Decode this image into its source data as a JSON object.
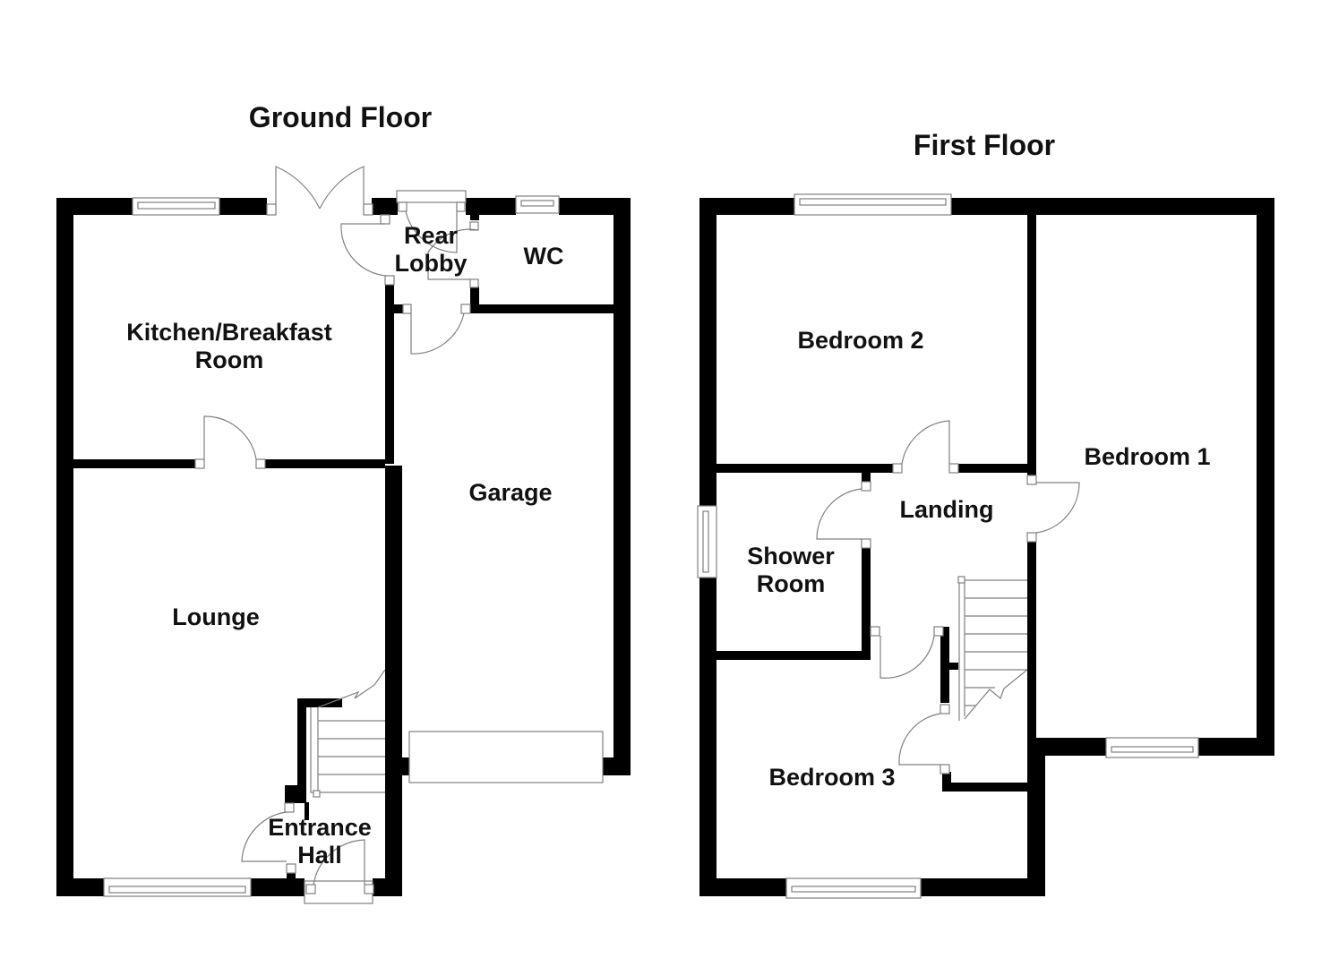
{
  "floors": {
    "ground": {
      "title": "Ground Floor",
      "rooms": {
        "kitchen_line1": "Kitchen/Breakfast",
        "kitchen_line2": "Room",
        "rear_lobby_line1": "Rear",
        "rear_lobby_line2": "Lobby",
        "wc": "WC",
        "garage": "Garage",
        "lounge": "Lounge",
        "entrance_line1": "Entrance",
        "entrance_line2": "Hall"
      }
    },
    "first": {
      "title": "First Floor",
      "rooms": {
        "bedroom2": "Bedroom 2",
        "bedroom1": "Bedroom 1",
        "landing": "Landing",
        "shower_line1": "Shower",
        "shower_line2": "Room",
        "bedroom3": "Bedroom 3"
      }
    }
  },
  "colors": {
    "wall": "#000000",
    "fixture": "#808080",
    "background": "#ffffff"
  }
}
